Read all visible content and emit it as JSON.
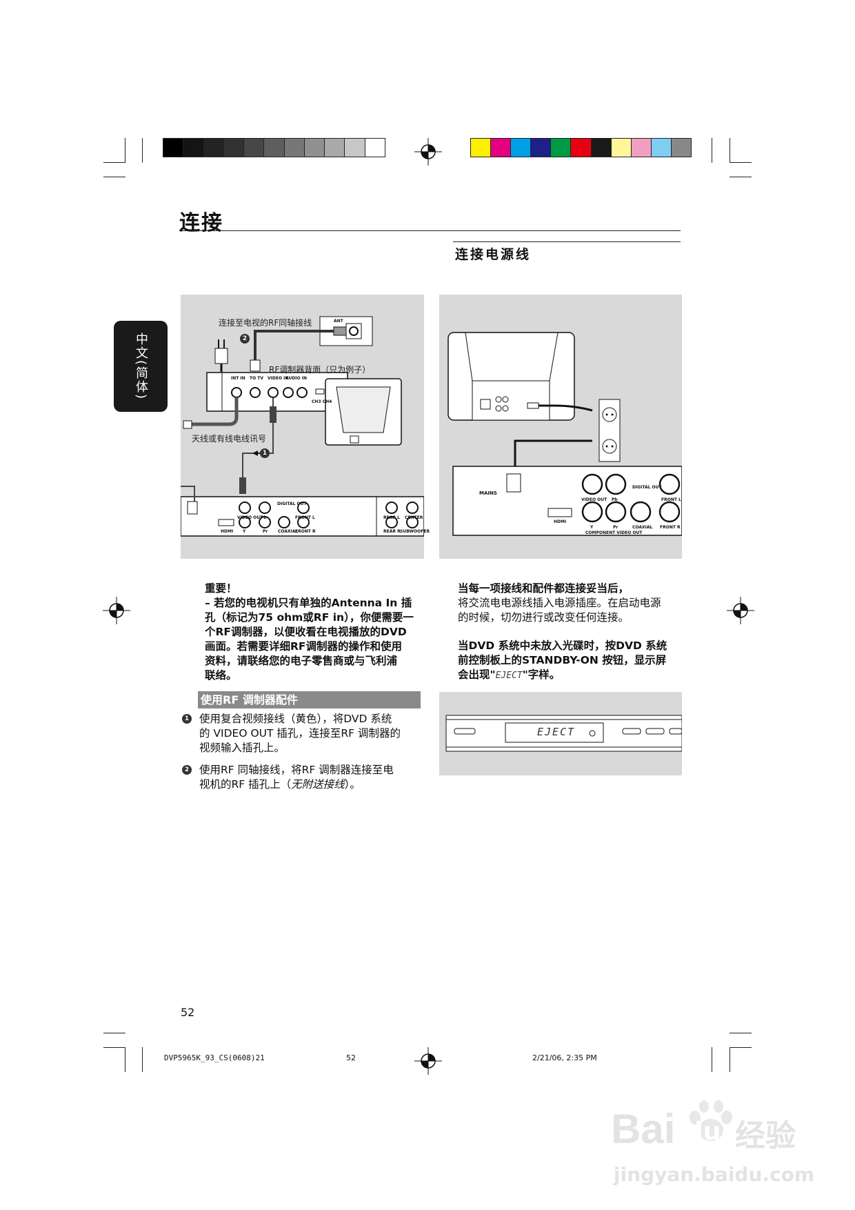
{
  "header": {
    "title": "连接",
    "section_title": "连接电源线",
    "language_tab": "中文(简体)"
  },
  "colors": {
    "gray_bar": [
      "#000000",
      "#141414",
      "#232323",
      "#323232",
      "#474747",
      "#5e5e5e",
      "#777777",
      "#909090",
      "#a9a9a9",
      "#c7c7c7",
      "#ffffff"
    ],
    "color_bar": [
      "#ffef00",
      "#e4007f",
      "#00a0e9",
      "#1d2088",
      "#009944",
      "#e60012",
      "#1a1a1a",
      "#fff799",
      "#f19ec2",
      "#7ecef4",
      "#888888"
    ]
  },
  "left_figure": {
    "coax_label": "连接至电视的RF同轴接线",
    "modulator_label": "RF调制器背面（只为例子）",
    "antenna_label": "天线或有线电线讯号",
    "step1": "1",
    "step2": "2",
    "ant_label": "ANT",
    "ports": [
      "INT IN",
      "TO TV",
      "VIDEO IN",
      "AUDIO IN",
      "CH3 CH4"
    ],
    "player_labels": [
      "VIDEO OUT",
      "Pb",
      "DIGITAL OUT",
      "FRONT L",
      "REAR L",
      "CENTER",
      "HDMI",
      "Y",
      "Pr",
      "COAXIAL",
      "FRONT R",
      "REAR R",
      "SUBWOOFER"
    ]
  },
  "right_figure": {
    "mains": "MAINS",
    "player_labels": [
      "VIDEO OUT",
      "Pb",
      "DIGITAL OUT",
      "FRONT L",
      "HDMI",
      "Y",
      "Pr",
      "COAXIAL",
      "FRONT R",
      "COMPONENT VIDEO OUT"
    ],
    "display_text": "EJECT"
  },
  "important": {
    "heading": "重要！",
    "lines": [
      "– 若您的电视机只有单独的Antenna In 插",
      "孔（标记为75 ohm或RF in），你便需要一",
      "个RF调制器，以便收看在电视播放的DVD",
      "画面。若需要详细RF调制器的操作和使用",
      "资料，请联络您的电子零售商或与飞利浦",
      "联络。"
    ]
  },
  "rf_section": {
    "title": "使用RF 调制器配件",
    "step1": [
      "使用复合视频接线（黄色），将DVD 系统",
      "的 VIDEO OUT 插孔，连接至RF 调制器的",
      "视频输入插孔上。"
    ],
    "step2_line1": "使用RF 同轴接线，将RF 调制器连接至电",
    "step2_line2_a": "视机的RF 插孔上（",
    "step2_line2_b": "无附送接线",
    "step2_line2_c": "）。"
  },
  "power_section": {
    "heading": "当每一项接线和配件都连接妥当后，",
    "lines": [
      "将交流电电源线插入电源插座。在启动电源",
      "的时候，切勿进行或改变任何连接。"
    ],
    "bold_lines": [
      "当DVD 系统中未放入光碟时，按DVD 系统",
      "前控制板上的STANDBY-ON 按钮，显示屏"
    ],
    "last_a": "会出现\"",
    "last_b": "EJECT",
    "last_c": "\"字样。"
  },
  "footer": {
    "page_number": "52",
    "file": "DVP5965K_93_CS(0608)21",
    "center": "52",
    "date": "2/21/06, 2:35 PM"
  },
  "watermark": {
    "brand": "Bai",
    "brand2": "du",
    "cn": "经验",
    "url": "jingyan.baidu.com"
  }
}
